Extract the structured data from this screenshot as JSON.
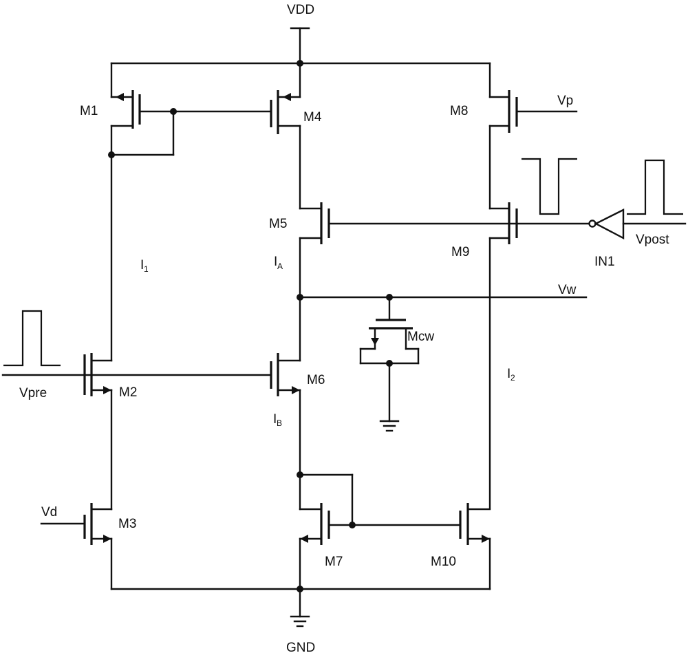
{
  "supply": {
    "vdd": "VDD",
    "gnd": "GND"
  },
  "transistors": {
    "m1": "M1",
    "m2": "M2",
    "m3": "M3",
    "m4": "M4",
    "m5": "M5",
    "m6": "M6",
    "m7": "M7",
    "m8": "M8",
    "m9": "M9",
    "m10": "M10",
    "mcw": "Mcw"
  },
  "inverter": "IN1",
  "signals": {
    "vpre": "Vpre",
    "vpost": "Vpost",
    "vp": "Vp",
    "vd": "Vd",
    "vw": "Vw"
  },
  "currents": {
    "i1": {
      "main": "I",
      "sub": "1"
    },
    "i2": {
      "main": "I",
      "sub": "2"
    },
    "ia": {
      "main": "I",
      "sub": "A"
    },
    "ib": {
      "main": "I",
      "sub": "B"
    }
  }
}
